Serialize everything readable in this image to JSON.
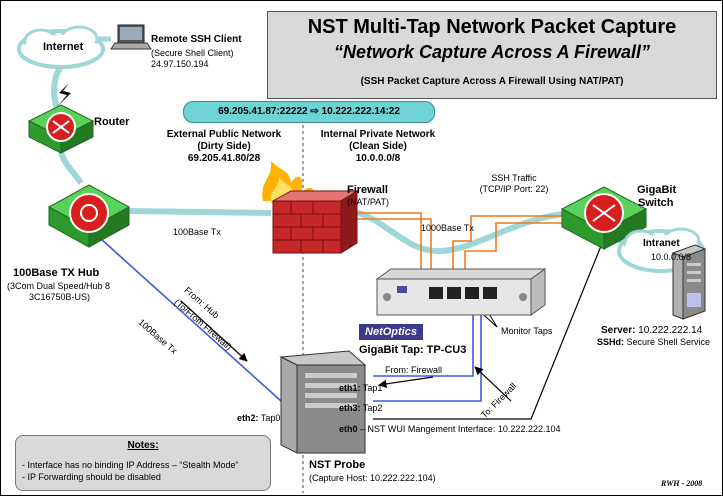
{
  "title": {
    "line1": "NST Multi-Tap Network Packet Capture",
    "line2": "“Network Capture Across A Firewall”",
    "line3": "(SSH Packet Capture Across A Firewall Using NAT/PAT)"
  },
  "nat_mapping": "69.205.41.87:22222 ⇨ 10.222.222.14:22",
  "internet": {
    "label": "Internet"
  },
  "remote_client": {
    "title": "Remote SSH Client",
    "subtitle": "(Secure Shell Client)",
    "ip": "24.97.150.194"
  },
  "router": {
    "label": "Router"
  },
  "hub": {
    "title": "100Base TX Hub",
    "line2": "(3Com Dual Speed/Hub 8",
    "line3": "3C16750B-US)"
  },
  "external_net": {
    "line1": "External Public Network",
    "line2": "(Dirty Side)",
    "line3": "69.205.41.80/28"
  },
  "internal_net": {
    "line1": "Internal Private Network",
    "line2": "(Clean Side)",
    "line3": "10.0.0.0/8"
  },
  "firewall": {
    "title": "Firewall",
    "subtitle": "(NAT/PAT)"
  },
  "ssh_traffic": {
    "line1": "SSH Traffic",
    "line2": "(TCP/IP Port: 22)"
  },
  "switch": {
    "line1": "GigaBit",
    "line2": "Switch"
  },
  "intranet": {
    "label": "Intranet",
    "net": "10.0.0.0/8"
  },
  "server": {
    "line1_label": "Server:",
    "line1_value": "10.222.222.14",
    "line2_label": "SSHd:",
    "line2_value": "Secure Shell Service"
  },
  "links": {
    "hub_fw": "100Base Tx",
    "fw_switch": "1000Base Tx",
    "hub_probe": "100Base Tx",
    "hub_from": "From: Hub",
    "hub_tofrom": "(To/From Firewall)",
    "from_fw": "From: Firewall",
    "to_fw": "To: Firewall"
  },
  "tap": {
    "logo": "NetOptics",
    "label": "GigaBit Tap: TP-CU3",
    "monitor": "Monitor Taps"
  },
  "probe": {
    "title": "NST Probe",
    "subtitle": "(Capture Host: 10.222.222.104)",
    "eth1_name": "eth1:",
    "eth1_value": "Tap1",
    "eth3_name": "eth3:",
    "eth3_value": "Tap2",
    "eth0_name": "eth0",
    "eth0_value": "– NST WUI Mangement Interface: 10.222.222.104",
    "eth2_name": "eth2:",
    "eth2_value": "Tap0"
  },
  "notes": {
    "title": "Notes:",
    "line1": "- Interface has no binding IP Address – “Stealth Mode”",
    "line2": "- IP Forwarding should be disabled"
  },
  "credit": "RWH - 2008",
  "colors": {
    "cable_teal": "#9fd6d8",
    "cable_orange": "#f07a1a",
    "cable_blue": "#3b5bdb",
    "cable_black": "#000000",
    "device_green": "#2e9a2e",
    "device_red": "#d62020",
    "title_bg": "#d9d9d9"
  }
}
